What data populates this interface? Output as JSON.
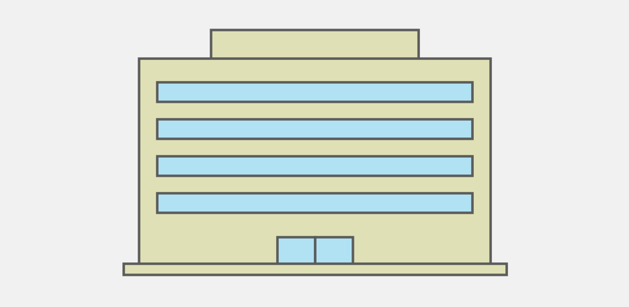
{
  "illustration": {
    "subject": "office-building",
    "window_band_count": 4,
    "door_panel_count": 2
  },
  "colors": {
    "background": "#f1f1f1",
    "building_fill": "#dfe0b5",
    "glass_fill": "#b0e2f4",
    "outline": "#5a5a5a"
  }
}
